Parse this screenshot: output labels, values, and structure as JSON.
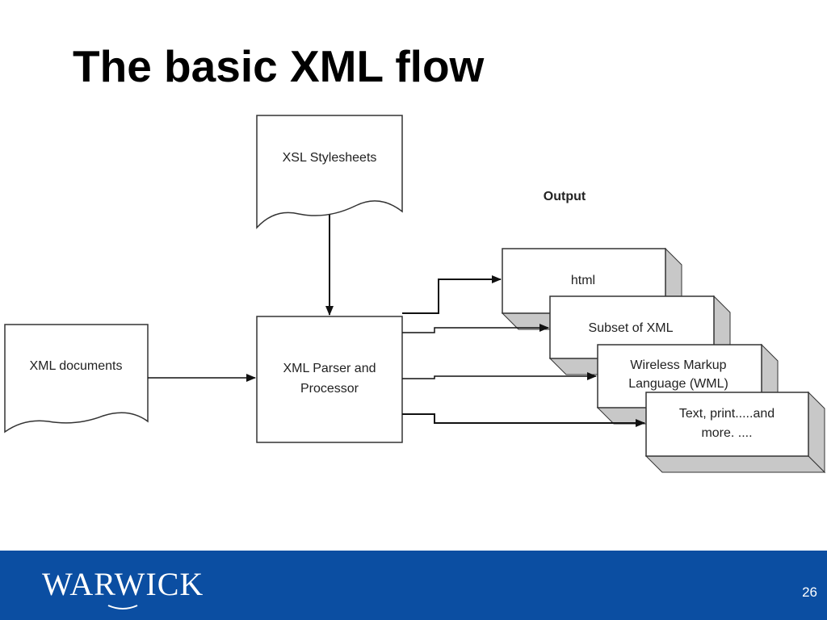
{
  "slide": {
    "title": "The basic XML flow",
    "page_number": "26"
  },
  "colors": {
    "footer_bg": "#0b4ea2",
    "shadow": "#c8c8c8",
    "stroke": "#333333"
  },
  "diagram": {
    "xsl_stylesheets": "XSL Stylesheets",
    "xml_documents": "XML documents",
    "parser_line1": "XML Parser and",
    "parser_line2": "Processor",
    "output_label": "Output",
    "outputs": {
      "html": "html",
      "subset_xml": "Subset of XML",
      "wml_line1": "Wireless Markup",
      "wml_line2": "Language (WML)",
      "text_line1": "Text, print.....and",
      "text_line2": "more. ...."
    }
  },
  "footer": {
    "logo": "WARWICK"
  }
}
